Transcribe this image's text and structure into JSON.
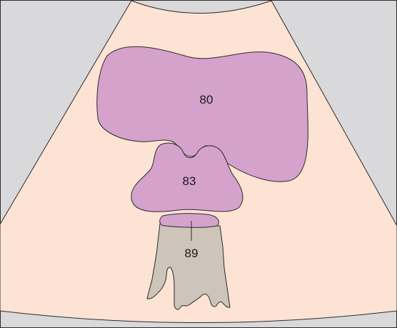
{
  "diagram": {
    "labels": {
      "upper_structure": "80",
      "middle_structure": "83",
      "lower_structure": "89"
    },
    "colors": {
      "frame_background": "#d9d9db",
      "ultrasound_sector": "#fde3d4",
      "structure_fill": "#d5a2cc",
      "lower_structure_fill": "#cdc4ba",
      "outline": "#2b2b2b"
    }
  }
}
